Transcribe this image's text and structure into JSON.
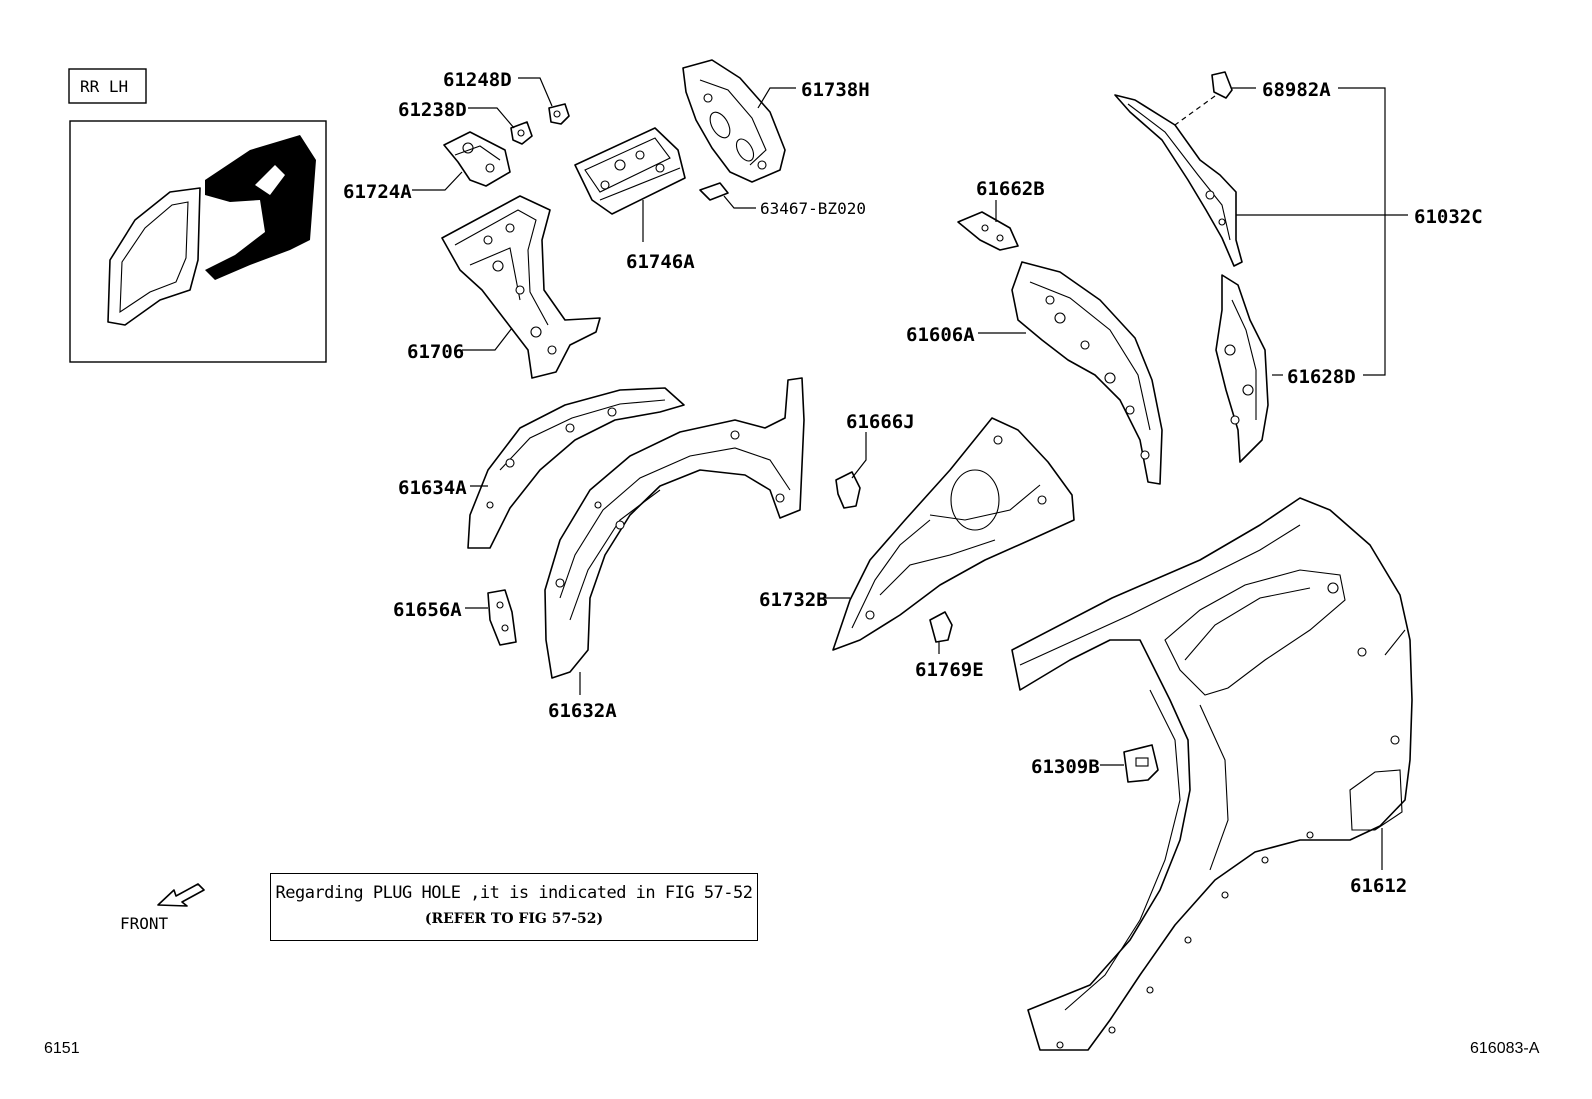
{
  "diagram": {
    "index_label": "RR LH",
    "front_label": "FRONT",
    "note": {
      "line1": "Regarding PLUG HOLE ,it is indicated in FIG 57-52",
      "line2": "(REFER TO FIG 57-52)"
    },
    "page_code": "6151",
    "figure_code": "616083-A",
    "parts": [
      "61248D",
      "61238D",
      "61724A",
      "61738H",
      "61746A",
      "63467-BZ020",
      "61706",
      "68982A",
      "61662B",
      "61032C",
      "61606A",
      "61628D",
      "61666J",
      "61634A",
      "61732B",
      "61656A",
      "61769E",
      "61632A",
      "61309B",
      "61612"
    ]
  }
}
